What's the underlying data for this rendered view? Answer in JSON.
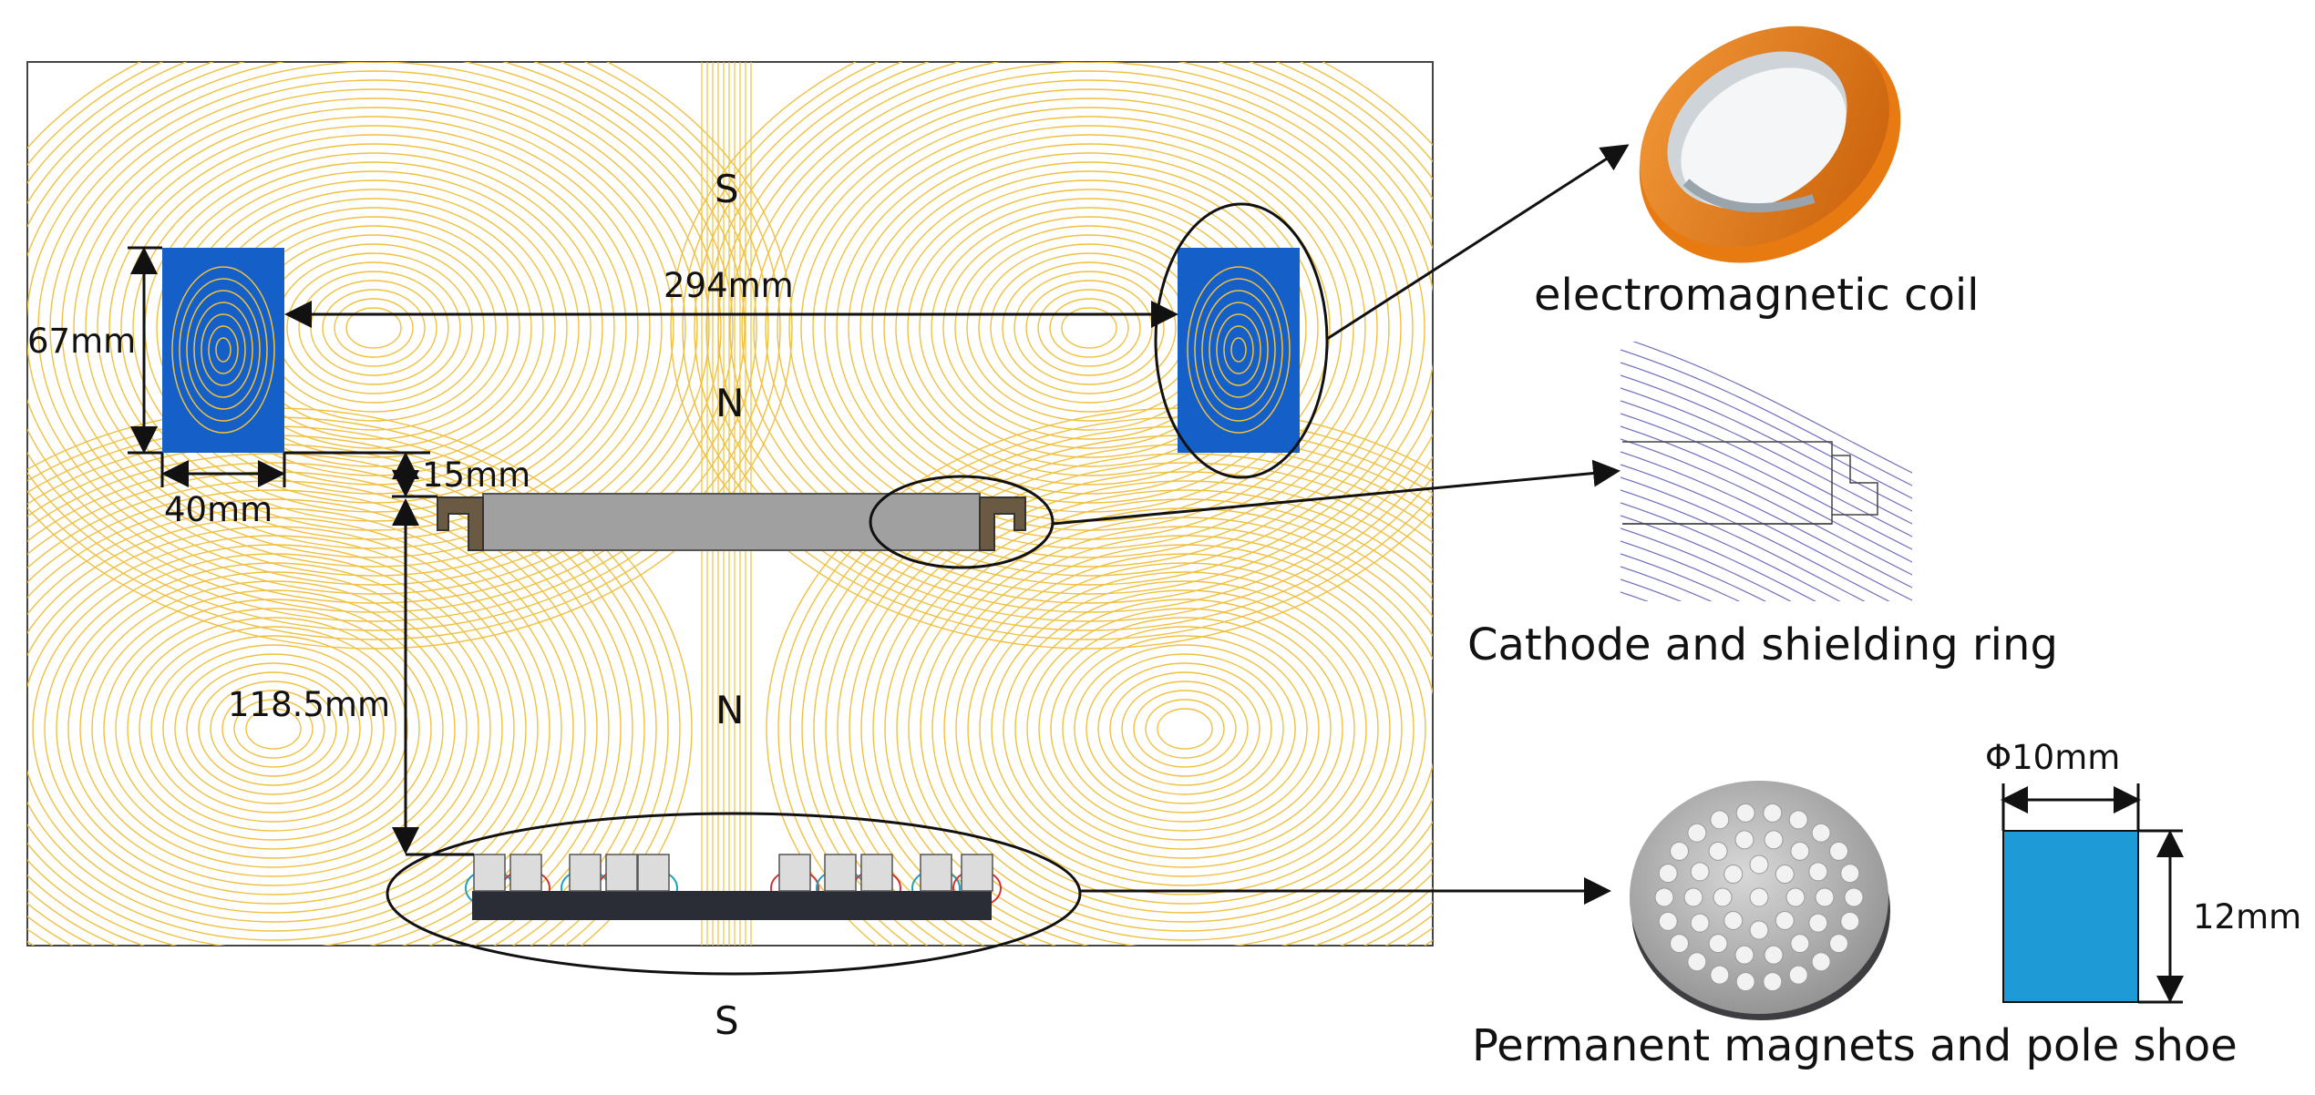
{
  "labels": {
    "pole_top": "S",
    "pole_mid": "N",
    "pole_low": "N",
    "pole_bottom": "S",
    "coil_spacing": "294mm",
    "coil_height": "67mm",
    "coil_width": "40mm",
    "coil_to_cathode_gap": "15mm",
    "cathode_to_magnets_gap": "118.5mm",
    "magnet_diameter": "Φ10mm",
    "magnet_height": "12mm"
  },
  "captions": {
    "coil": "electromagnetic coil",
    "cathode": "Cathode and  shielding ring",
    "magnets": "Permanent magnets and pole shoe"
  },
  "colors": {
    "field_lines": "#f0c040",
    "coil": "#1560c8",
    "ring_orange": "#e87a12",
    "cathode_gray": "#a0a0a0",
    "magnet_blue": "#1e9ad6",
    "inset_lines": "#7070c0"
  }
}
